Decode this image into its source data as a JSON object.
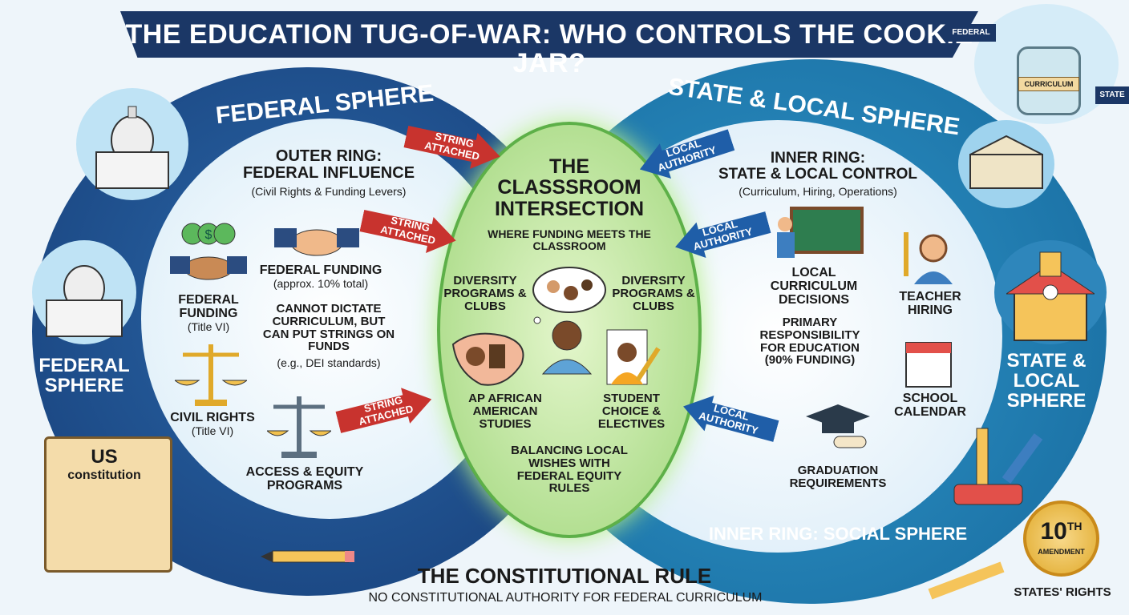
{
  "title": "The Education Tug-of-War: Who Controls the Cookie Jar?",
  "corner": {
    "federal_tag": "Federal",
    "jar_label": "Curriculum",
    "state_tag": "State"
  },
  "federal": {
    "heading": "Federal Sphere",
    "side_label": "Federal Sphere",
    "outer_ring_title": "Outer Ring:",
    "outer_ring_title2": "Federal Influence",
    "outer_ring_sub": "(Civil Rights & Funding Levers)",
    "items": [
      {
        "label": "Federal Funding",
        "sub": "(Title VI)"
      },
      {
        "label": "Federal Funding",
        "sub": "(approx. 10% total)"
      },
      {
        "label": "Civil Rights",
        "sub": "(Title VI)"
      },
      {
        "label": "Access & Equity Programs",
        "sub": ""
      }
    ],
    "note": "Cannot dictate curriculum, but can put strings on funds",
    "note_sub": "(e.g., DEI standards)",
    "constitution": {
      "line1": "US",
      "line2": "constitution"
    }
  },
  "arrows": {
    "string": "String Attached",
    "local": "Local Authority"
  },
  "center": {
    "title": "The Classsroom Intersection",
    "subtitle": "Where Funding Meets the Classroom",
    "items": [
      "Diversity Programs & Clubs",
      "Diversity Programs & Clubs",
      "AP African American Studies",
      "Student Choice & Electives"
    ],
    "footer": "Balancing Local Wishes with Federal Equity Rules"
  },
  "state": {
    "heading": "State & Local Sphere",
    "side_label": "State & Local Sphere",
    "inner_ring_title": "Inner Ring:",
    "inner_ring_title2": "State & Local Control",
    "inner_ring_sub": "(Curriculum, Hiring, Operations)",
    "items": [
      "Local Curriculum Decisions",
      "Teacher Hiring",
      "School Calendar",
      "Graduation Requirements"
    ],
    "note": "Primary Responsibility for Education (90% Funding)",
    "social": "Inner Ring: Social Sphere",
    "seal": {
      "num": "10",
      "sup": "th",
      "word": "Amendment"
    },
    "seal_caption": "States' Rights"
  },
  "footer": {
    "title": "The Constitutional Rule",
    "subtitle": "No Constitutional Authority for Federal Curriculum"
  },
  "colors": {
    "navy": "#1b3766",
    "fed": "#1d4f8c",
    "state": "#1f7fb0",
    "green": "#9fd67a",
    "red": "#c8332e"
  }
}
